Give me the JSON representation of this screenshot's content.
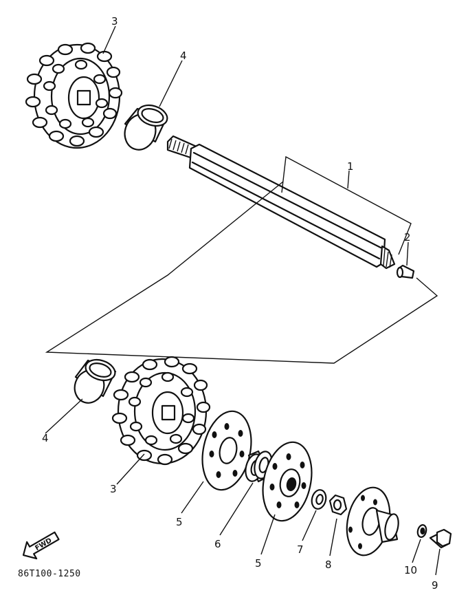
{
  "callouts": [
    {
      "id": "c3a",
      "label": "3"
    },
    {
      "id": "c4a",
      "label": "4"
    },
    {
      "id": "c1",
      "label": "1"
    },
    {
      "id": "c2",
      "label": "2"
    },
    {
      "id": "c4b",
      "label": "4"
    },
    {
      "id": "c3b",
      "label": "3"
    },
    {
      "id": "c5a",
      "label": "5"
    },
    {
      "id": "c6",
      "label": "6"
    },
    {
      "id": "c5b",
      "label": "5"
    },
    {
      "id": "c7",
      "label": "7"
    },
    {
      "id": "c8",
      "label": "8"
    },
    {
      "id": "c10",
      "label": "10"
    },
    {
      "id": "c9",
      "label": "9"
    }
  ],
  "fwd_label": "FWD",
  "diagram_code": "86T100-1250",
  "ink_color": "#111111"
}
